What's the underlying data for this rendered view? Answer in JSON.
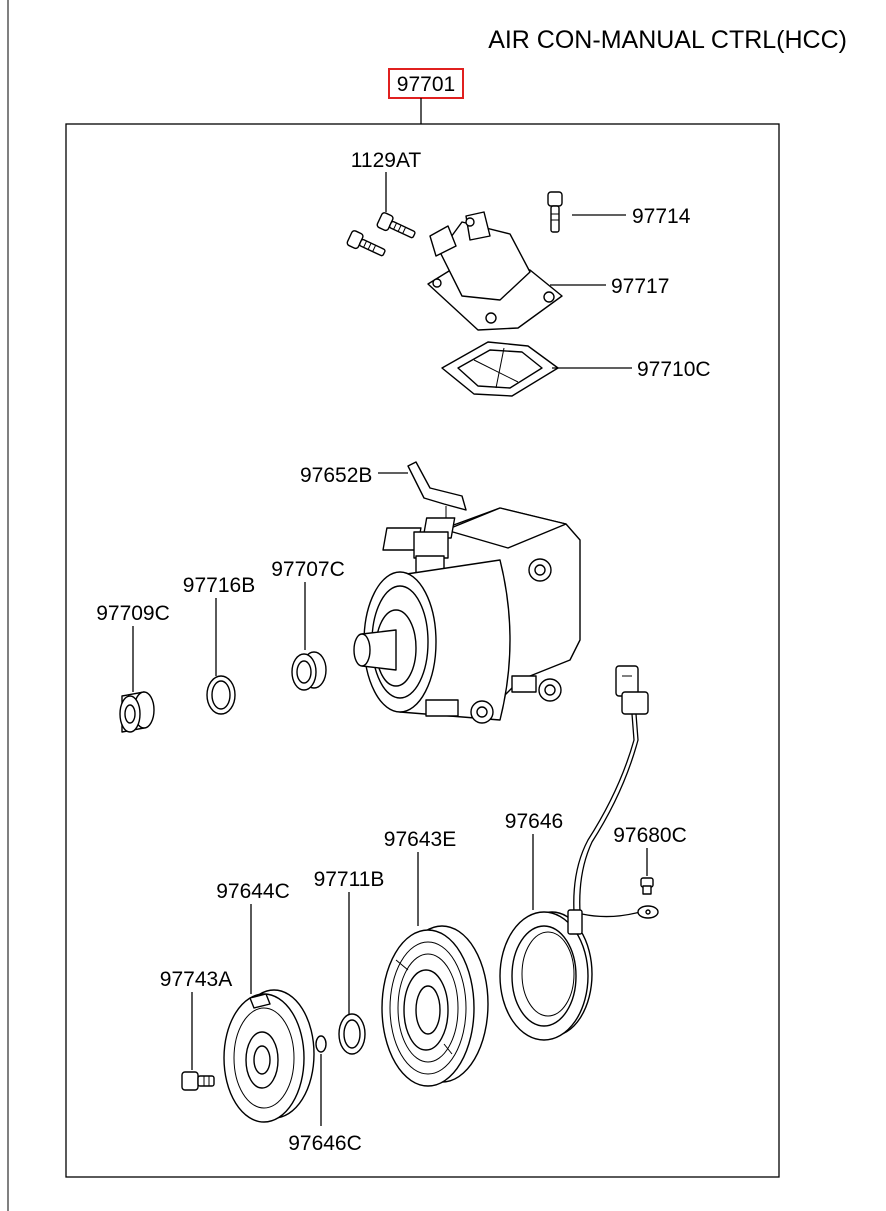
{
  "diagram": {
    "title": "AIR CON-MANUAL CTRL(HCC)",
    "assembly_number": "97701",
    "highlight_color": "#e0201f",
    "parts": [
      {
        "id": "p-1129at",
        "number": "1129AT",
        "icon": "bolt-pair-icon"
      },
      {
        "id": "p-97714",
        "number": "97714",
        "icon": "bolt-icon"
      },
      {
        "id": "p-97717",
        "number": "97717",
        "icon": "cover-plate-icon"
      },
      {
        "id": "p-97710c",
        "number": "97710C",
        "icon": "gasket-icon"
      },
      {
        "id": "p-97652b",
        "number": "97652B",
        "icon": "bracket-icon"
      },
      {
        "id": "p-97707c",
        "number": "97707C",
        "icon": "seal-icon"
      },
      {
        "id": "p-97716b",
        "number": "97716B",
        "icon": "snap-ring-icon"
      },
      {
        "id": "p-97709c",
        "number": "97709C",
        "icon": "bushing-icon"
      },
      {
        "id": "p-97646",
        "number": "97646",
        "icon": "field-coil-icon"
      },
      {
        "id": "p-97680c",
        "number": "97680C",
        "icon": "screw-icon"
      },
      {
        "id": "p-97643e",
        "number": "97643E",
        "icon": "pulley-icon"
      },
      {
        "id": "p-97711b",
        "number": "97711B",
        "icon": "snap-ring-icon"
      },
      {
        "id": "p-97644c",
        "number": "97644C",
        "icon": "clutch-hub-icon"
      },
      {
        "id": "p-97743a",
        "number": "97743A",
        "icon": "bolt-icon"
      },
      {
        "id": "p-97646c",
        "number": "97646C",
        "icon": "shim-icon"
      }
    ]
  }
}
